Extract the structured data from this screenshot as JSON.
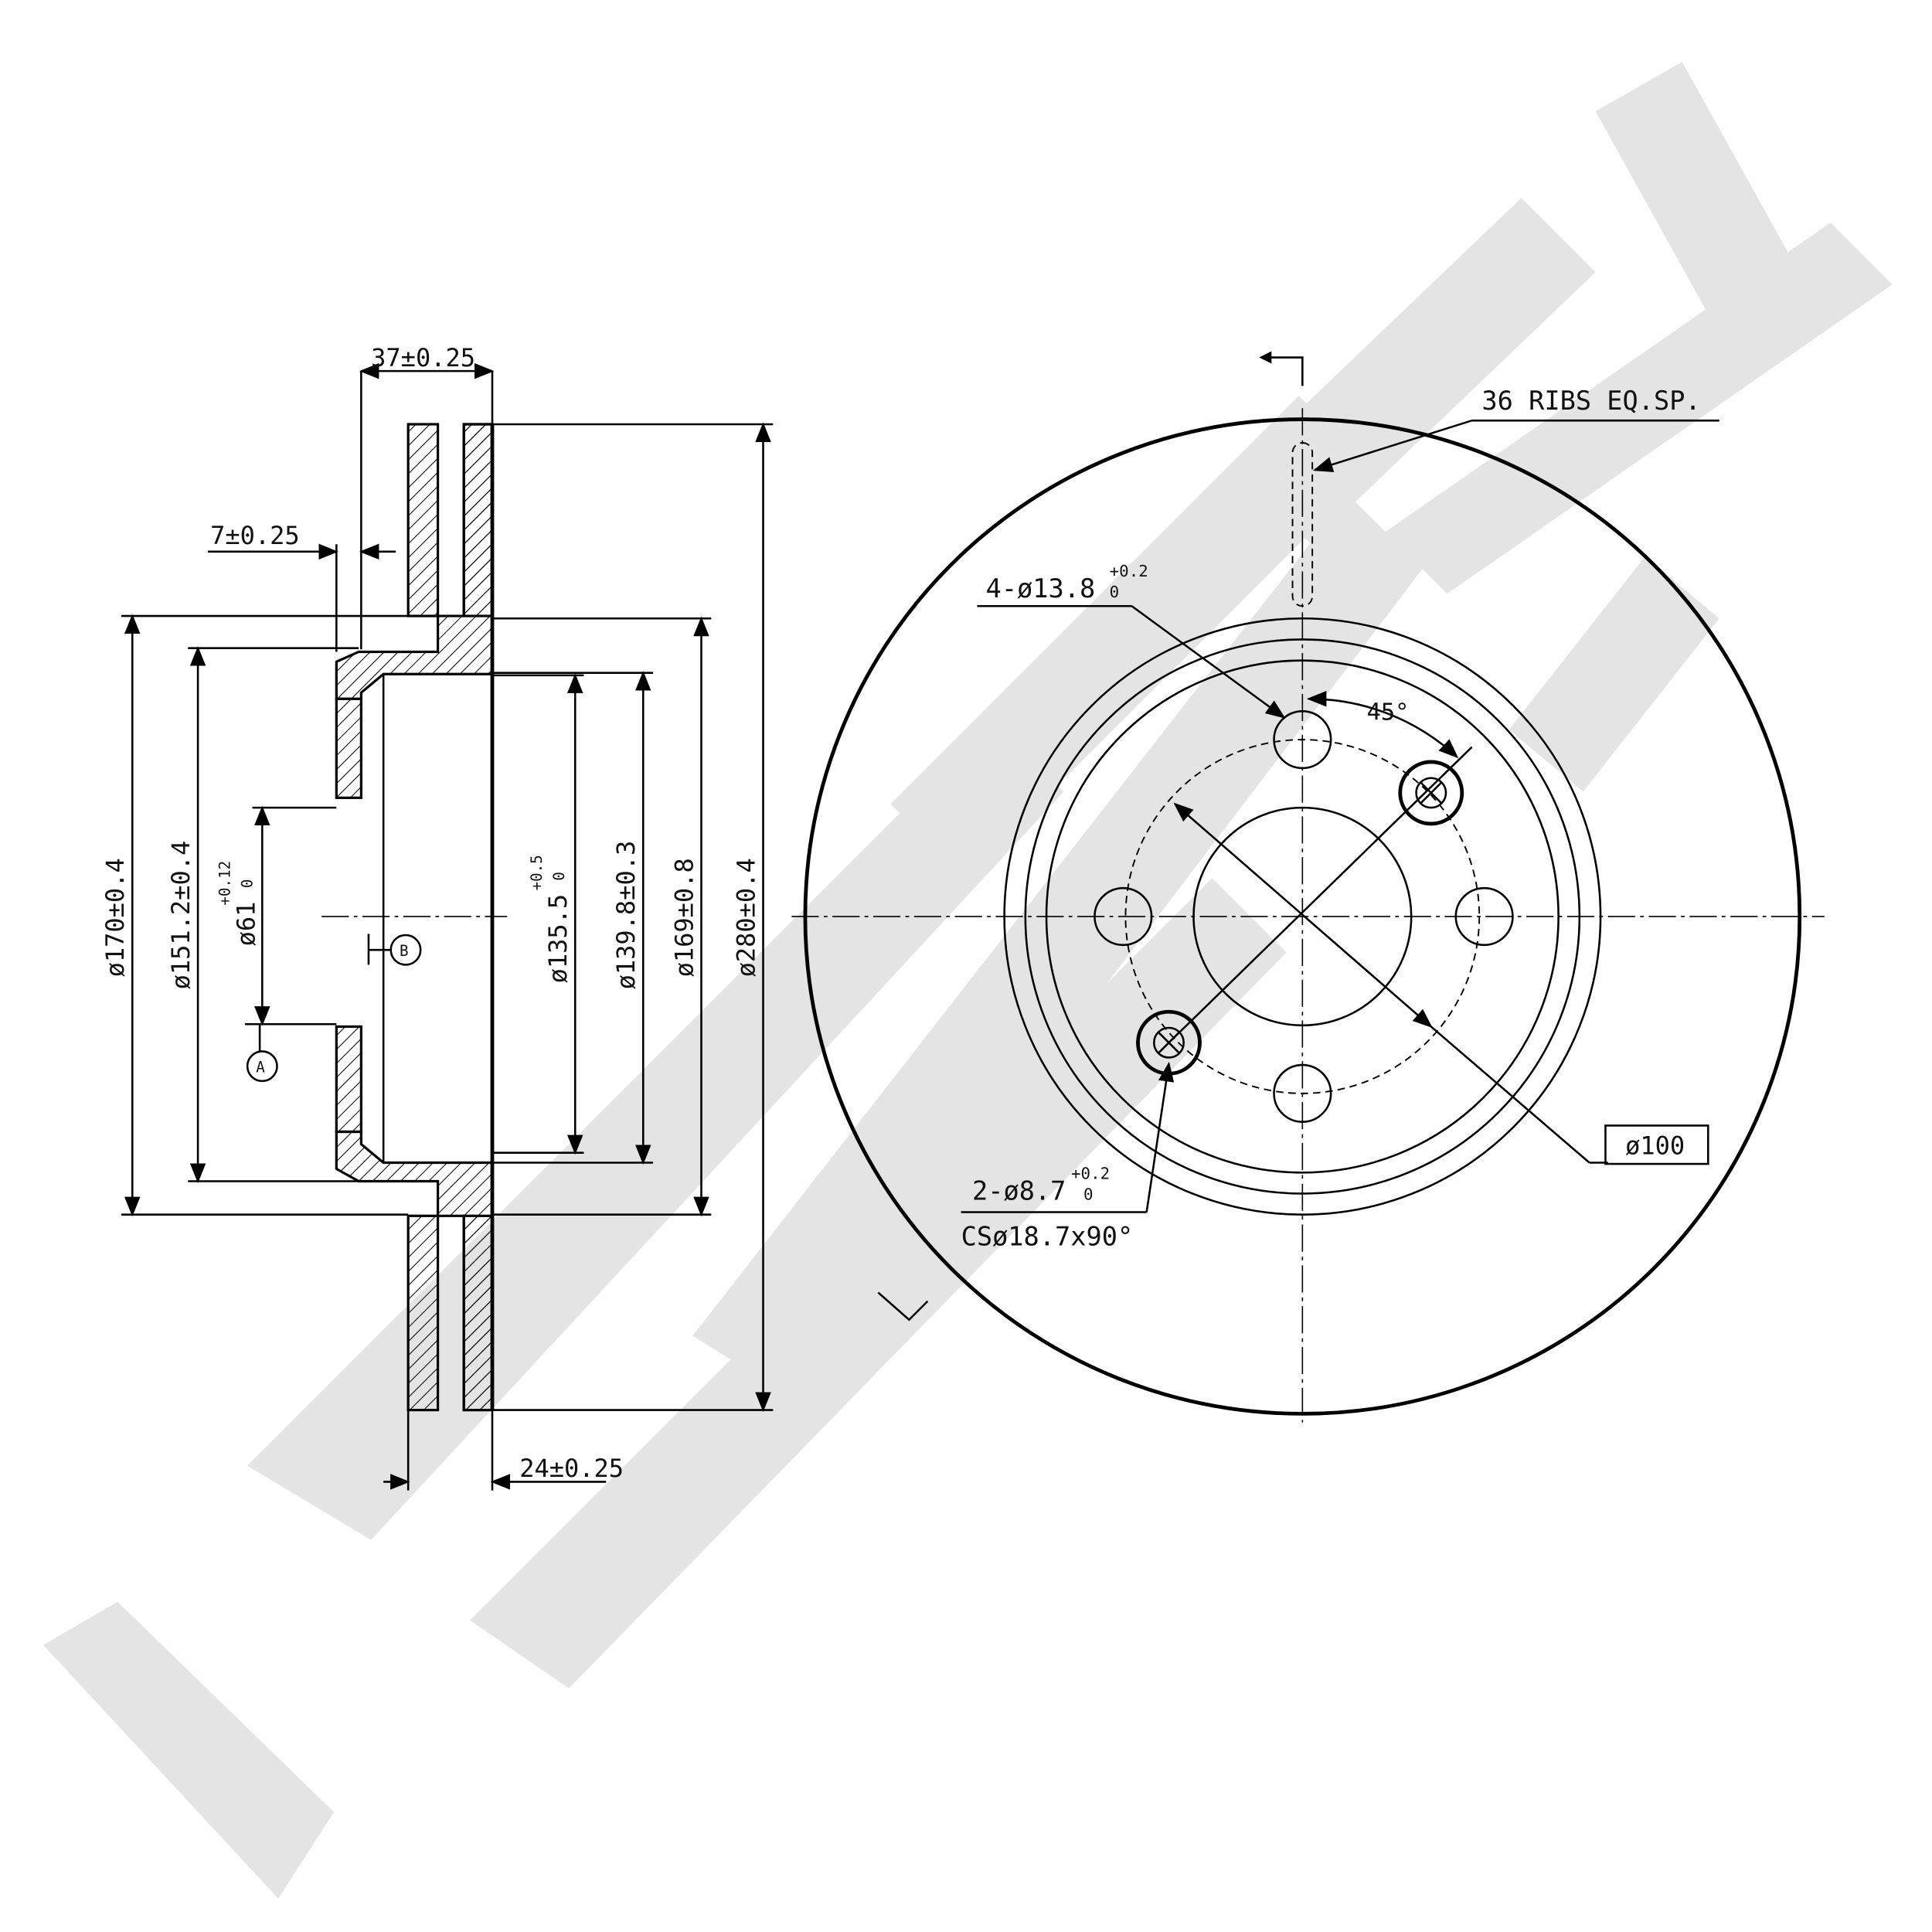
{
  "section_view": {
    "dims": {
      "overall_width": "37±0.25",
      "hub_thickness": "7±0.25",
      "hat_height": "24±0.25",
      "d170": "ø170±0.4",
      "d151": "ø151.2±0.4",
      "d61": "ø61",
      "d61_tol_upper": "+0.12",
      "d61_tol_lower": "0",
      "d135": "ø135.5",
      "d135_tol_upper": "+0.5",
      "d135_tol_lower": "0",
      "d139": "ø139.8±0.3",
      "d169": "ø169±0.8",
      "d280": "ø280±0.4"
    },
    "datum_a": "A",
    "datum_b": "B"
  },
  "front_view": {
    "ribs_note": "36 RIBS EQ.SP.",
    "bolt_holes": "4-ø13.8",
    "bolt_holes_tol_upper": "+0.2",
    "bolt_holes_tol_lower": "0",
    "angle": "45°",
    "small_holes": "2-ø8.7",
    "small_holes_tol_upper": "+0.2",
    "small_holes_tol_lower": "0",
    "countersink": "CSø18.7x90°",
    "pcd": "ø100"
  }
}
